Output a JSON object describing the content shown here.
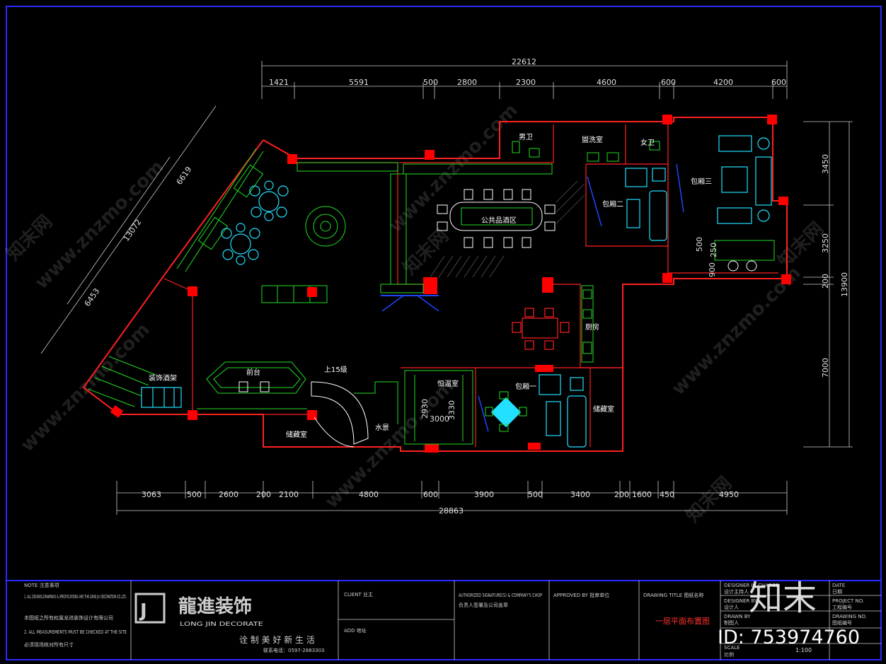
{
  "drawing": {
    "overall_top": "22612",
    "top_dims": [
      "1421",
      "5591",
      "500",
      "2800",
      "2300",
      "4600",
      "600",
      "4200",
      "600"
    ],
    "overall_bottom": "28863",
    "bottom_dims": [
      "3063",
      "500",
      "2600",
      "200",
      "2100",
      "4800",
      "600",
      "3900",
      "500",
      "3400",
      "200",
      "1600",
      "450",
      "4950"
    ],
    "right_total": "13900",
    "right_dims": [
      "3450",
      "3250",
      "200",
      "7000"
    ],
    "diag_dims": [
      "6619",
      "13072",
      "6453"
    ],
    "inner_dims": [
      "500",
      "900",
      "250",
      "2930",
      "3330",
      "3000"
    ],
    "rooms": {
      "mens_wc": "男卫",
      "washroom": "盥洗室",
      "womens_wc": "女卫",
      "private_room_3": "包厢三",
      "private_room_2": "包厢二",
      "public_bar": "公共品酒区",
      "kitchen": "厨房",
      "private_room_1": "包厢一",
      "tea_room": "储藏室",
      "storage_left": "储藏室",
      "wine_cellar": "恒温室",
      "water_feature": "水景",
      "decor_rack": "装饰酒架",
      "reception": "前台",
      "stairs_up": "上15级"
    }
  },
  "title_block": {
    "notes_heading": "NOTE 注意事项",
    "notes_1": "1. ALL DESIGNS,DRAWINGS & SPECIFICATIONS ARE THE LONG Jin DECORATION CO.,LTD.",
    "notes_1_cn": "本图纸之所有权属龙进装饰设计有限公司",
    "notes_2": "2. ALL MEASUREMENTS MUST BE CHECKED AT THE SITE",
    "notes_2_cn": "必须现场核对所有尺寸",
    "logo_cn": "龍進装饰",
    "logo_en": "LONG JIN DECORATE",
    "slogan": "诠 制 美 好 新 生 活",
    "phone": "联系电话：0597-2883303",
    "client": "CLIENT 业主",
    "address": "ADD 地址",
    "signature": "AUTHORIZED SIGNATURE(S) & COMPANY'S CHOP",
    "signature_cn": "负责人签署及公司盖章",
    "approved": "APPROVED BY 批审单位",
    "drawing_title": "DRAWING TITLE 图纸名称",
    "drawing_name": "一层平面布置图",
    "designer_charge": "DESIGNER IN CHARGE",
    "designer_charge_cn": "设计主持人",
    "designer": "DESIGNER BY",
    "designer_cn": "设计人",
    "drawn": "DRAWN BY",
    "drawn_cn": "制图人",
    "scale": "SCALE",
    "scale_cn": "比例",
    "scale_value": "1:100",
    "date": "DATE",
    "date_cn": "日期",
    "project_no": "PROJECT NO.",
    "project_no_cn": "工程编号",
    "drawing_no": "DRAWING NO.",
    "drawing_no_cn": "图纸编号"
  },
  "watermark": {
    "site": "www.znzmo.com",
    "brand": "知末网",
    "corner_brand": "知末",
    "id": "ID: 753974760"
  },
  "colors": {
    "walls": "#ff2020",
    "furniture": "#22dd22",
    "accent": "#22e0ff",
    "frame": "#2222ff"
  }
}
